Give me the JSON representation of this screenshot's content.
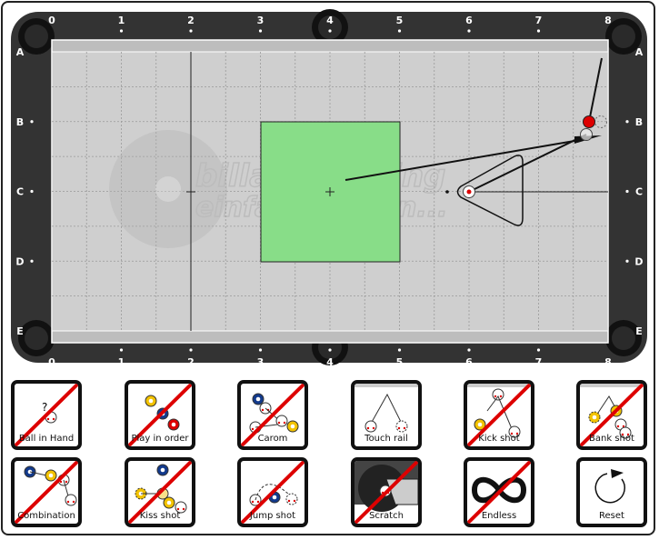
{
  "table": {
    "column_labels": [
      "0",
      "1",
      "2",
      "3",
      "4",
      "5",
      "6",
      "7",
      "8"
    ],
    "row_labels": [
      "A",
      "B",
      "C",
      "D",
      "E"
    ],
    "watermark": "billardtraining einfach lernen...",
    "colors": {
      "rail": "#333333",
      "cloth": "#cfcfcf",
      "target_zone": "#88dd88",
      "object_ball": "#dd0000"
    }
  },
  "buttons": [
    {
      "label": "Ball in Hand",
      "disabled": true,
      "icon": "ball-in-hand-icon"
    },
    {
      "label": "Play in order",
      "disabled": true,
      "icon": "play-in-order-icon"
    },
    {
      "label": "Carom",
      "disabled": true,
      "icon": "carom-icon"
    },
    {
      "label": "Touch rail",
      "disabled": false,
      "icon": "touch-rail-icon"
    },
    {
      "label": "Kick shot",
      "disabled": true,
      "icon": "kick-shot-icon"
    },
    {
      "label": "Bank shot",
      "disabled": true,
      "icon": "bank-shot-icon"
    },
    {
      "label": "Combination",
      "disabled": true,
      "icon": "combination-icon"
    },
    {
      "label": "Kiss shot",
      "disabled": true,
      "icon": "kiss-shot-icon"
    },
    {
      "label": "Jump shot",
      "disabled": true,
      "icon": "jump-shot-icon"
    },
    {
      "label": "Scratch",
      "disabled": true,
      "icon": "scratch-icon"
    },
    {
      "label": "Endless",
      "disabled": true,
      "icon": "infinity-icon"
    },
    {
      "label": "Reset",
      "disabled": false,
      "icon": "reset-icon"
    }
  ]
}
